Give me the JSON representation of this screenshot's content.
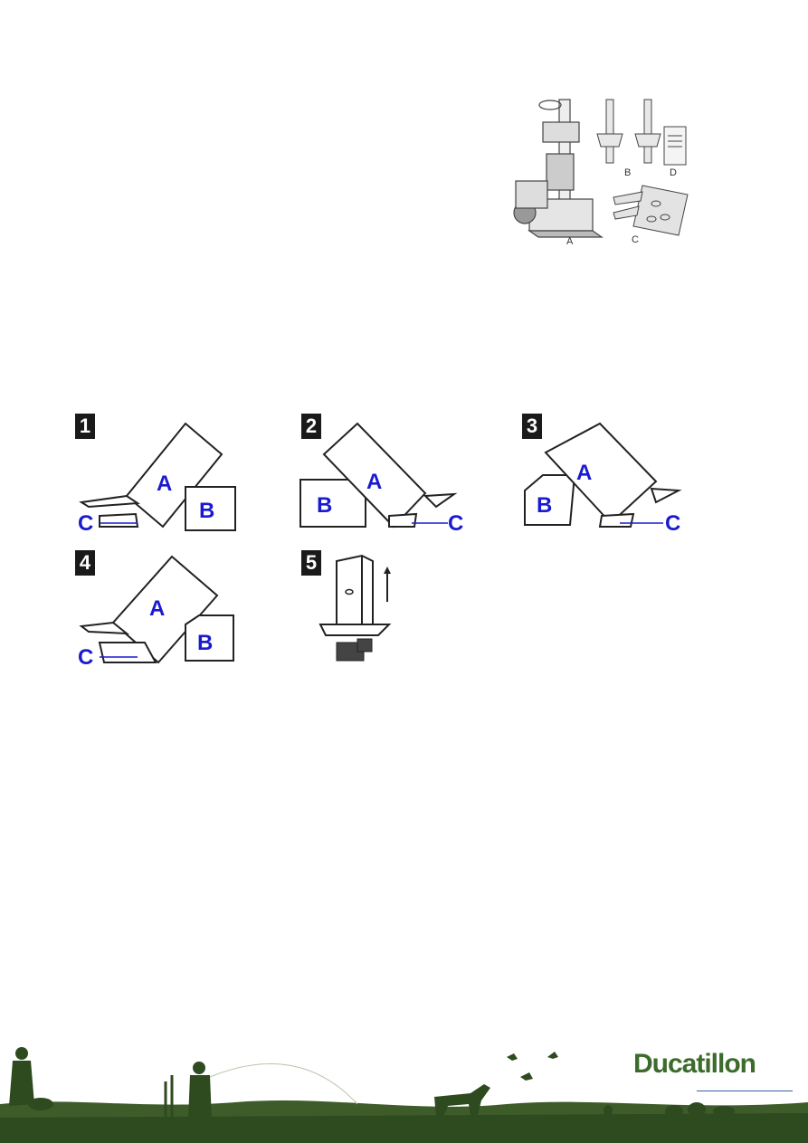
{
  "parts_figure": {
    "labels": [
      "A",
      "B",
      "C",
      "D"
    ]
  },
  "steps": [
    {
      "number": "1",
      "labels": [
        "A",
        "B",
        "C"
      ]
    },
    {
      "number": "2",
      "labels": [
        "A",
        "B",
        "C"
      ]
    },
    {
      "number": "3",
      "labels": [
        "A",
        "B",
        "C"
      ]
    },
    {
      "number": "4",
      "labels": [
        "A",
        "B",
        "C"
      ]
    },
    {
      "number": "5",
      "labels": []
    }
  ],
  "footer": {
    "brand": "Ducatillon",
    "colors": {
      "grass": "#3d5c2a",
      "brand": "#3c6b2c"
    }
  }
}
